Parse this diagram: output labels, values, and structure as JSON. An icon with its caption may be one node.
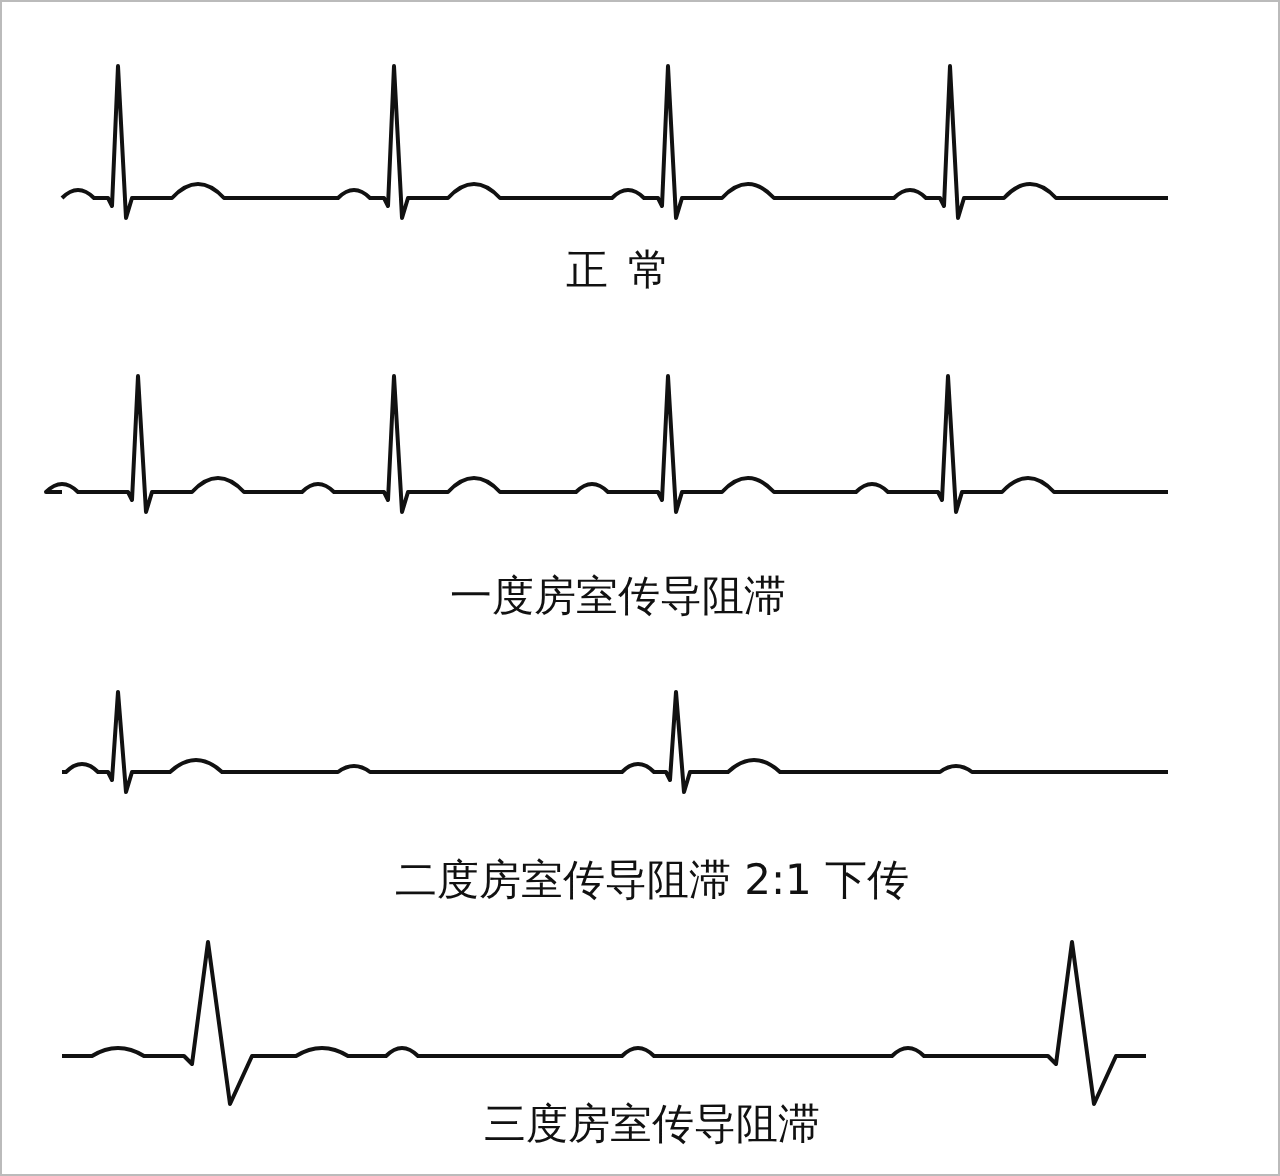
{
  "diagram": {
    "labels": [
      "正常",
      "一度房室传导阻滞",
      "二度房室传导阻滞 2:1 下传",
      "三度房室传导阻滞"
    ]
  }
}
